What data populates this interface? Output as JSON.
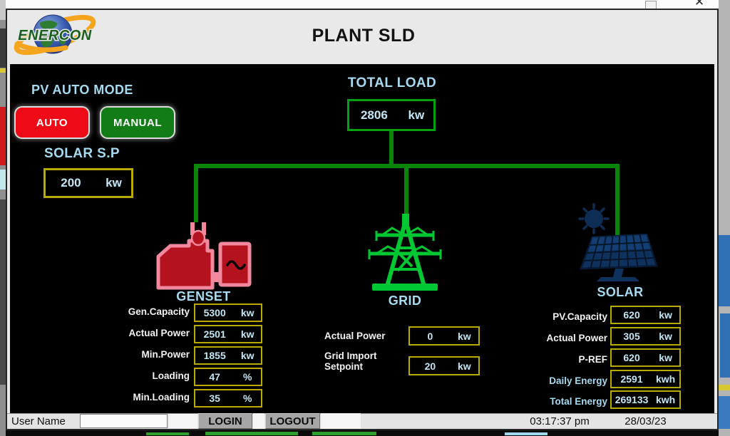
{
  "window": {
    "title": "PLANT SLD",
    "logo_text": "ENERCON"
  },
  "window_controls": {
    "close_icon": "✕"
  },
  "pv_mode": {
    "label": "PV AUTO MODE",
    "auto_label": "AUTO",
    "manual_label": "MANUAL"
  },
  "solar_sp": {
    "label": "SOLAR S.P",
    "value": "200",
    "unit": "kw"
  },
  "total_load": {
    "label": "TOTAL LOAD",
    "value": "2806",
    "unit": "kw"
  },
  "genset": {
    "caption": "GENSET",
    "rows": [
      {
        "label": "Gen.Capacity",
        "value": "5300",
        "unit": "kw"
      },
      {
        "label": "Actual Power",
        "value": "2501",
        "unit": "kw"
      },
      {
        "label": "Min.Power",
        "value": "1855",
        "unit": "kw"
      },
      {
        "label": "Loading",
        "value": "47",
        "unit": "%"
      },
      {
        "label": "Min.Loading",
        "value": "35",
        "unit": "%"
      }
    ]
  },
  "grid": {
    "caption": "GRID",
    "rows": [
      {
        "label": "Actual Power",
        "value": "0",
        "unit": "kw"
      },
      {
        "label": "Grid Import\nSetpoint",
        "value": "20",
        "unit": "kw"
      }
    ]
  },
  "solar": {
    "caption": "SOLAR",
    "rows": [
      {
        "label": "PV.Capacity",
        "value": "620",
        "unit": "kw"
      },
      {
        "label": "Actual Power",
        "value": "305",
        "unit": "kw"
      },
      {
        "label": "P-REF",
        "value": "620",
        "unit": "kw"
      },
      {
        "label": "Daily Energy",
        "value": "2591",
        "unit": "kwh"
      },
      {
        "label": "Total Energy",
        "value": "269133",
        "unit": "kwh"
      }
    ]
  },
  "footer": {
    "user_name_label": "User Name",
    "user_name_value": "",
    "login_label": "LOGIN",
    "logout_label": "LOGOUT",
    "time": "03:17:37 pm",
    "date": "28/03/23"
  },
  "colors": {
    "auto_button_red": "#ef0a18",
    "manual_button_green": "#127d16",
    "connector_green": "#098609",
    "total_load_border_green": "#00a212",
    "value_box_border_yellow": "#b7ab00",
    "label_light_blue": "#a5daf0",
    "value_light_blue": "#c2e6f5",
    "grid_tower_green": "#00c832",
    "genset_red": "#b5121f",
    "genset_pink": "#f2889e",
    "solar_navy": "#0e315e"
  }
}
